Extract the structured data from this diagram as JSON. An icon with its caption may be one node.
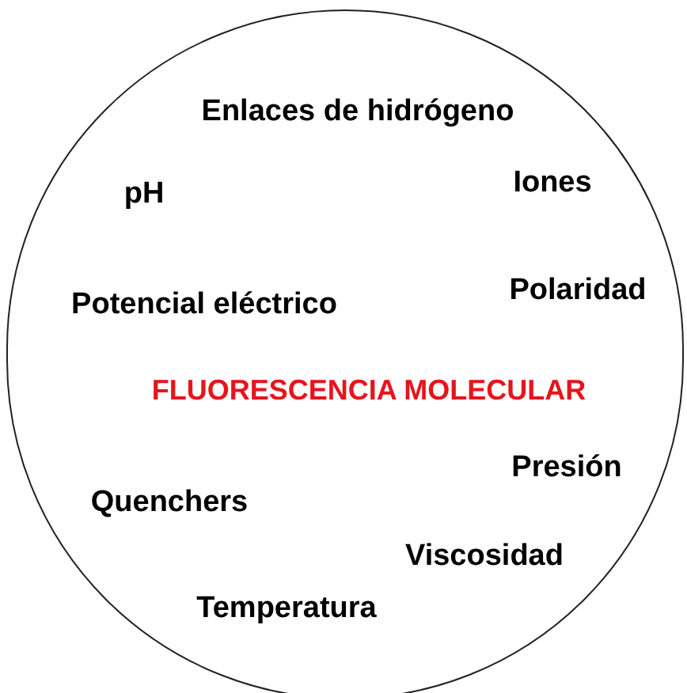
{
  "diagram": {
    "nodes": [
      {
        "text": [
          "Enlaces de hidrógeno",
          "pH",
          "Iones",
          "Potencial eléctrico",
          "Polaridad",
          "FLUORESCENCIA MOLECULAR",
          "Presión",
          "Quenchers",
          "Viscosidad",
          "Temperatura"
        ]
      }
    ]
  }
}
